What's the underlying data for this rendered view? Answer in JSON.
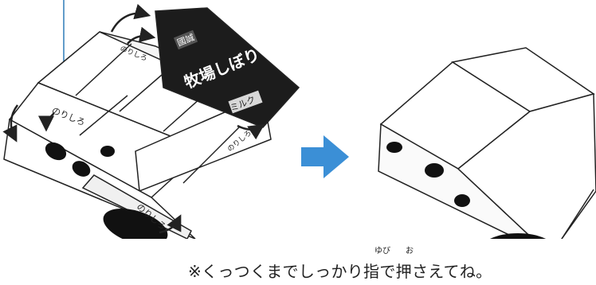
{
  "package_left": {
    "brand_badge": "國誠",
    "product_title": "牧場しぼり",
    "flavor_label": "ミルク",
    "side_label_1": "のりしろ",
    "side_label_2": "のりしろ",
    "side_label_3": "のりしろ",
    "side_label_4": "のりしろ"
  },
  "caption": {
    "text": "※くっつくまでしっかり指で押さえてね。",
    "ruby_yubi": "ゆび",
    "ruby_o": "お"
  },
  "colors": {
    "arrow_main": "#3b8fd6",
    "leader_line": "#2e7bb8",
    "stroke": "#222222",
    "dark_panel": "#1c1c1c"
  }
}
